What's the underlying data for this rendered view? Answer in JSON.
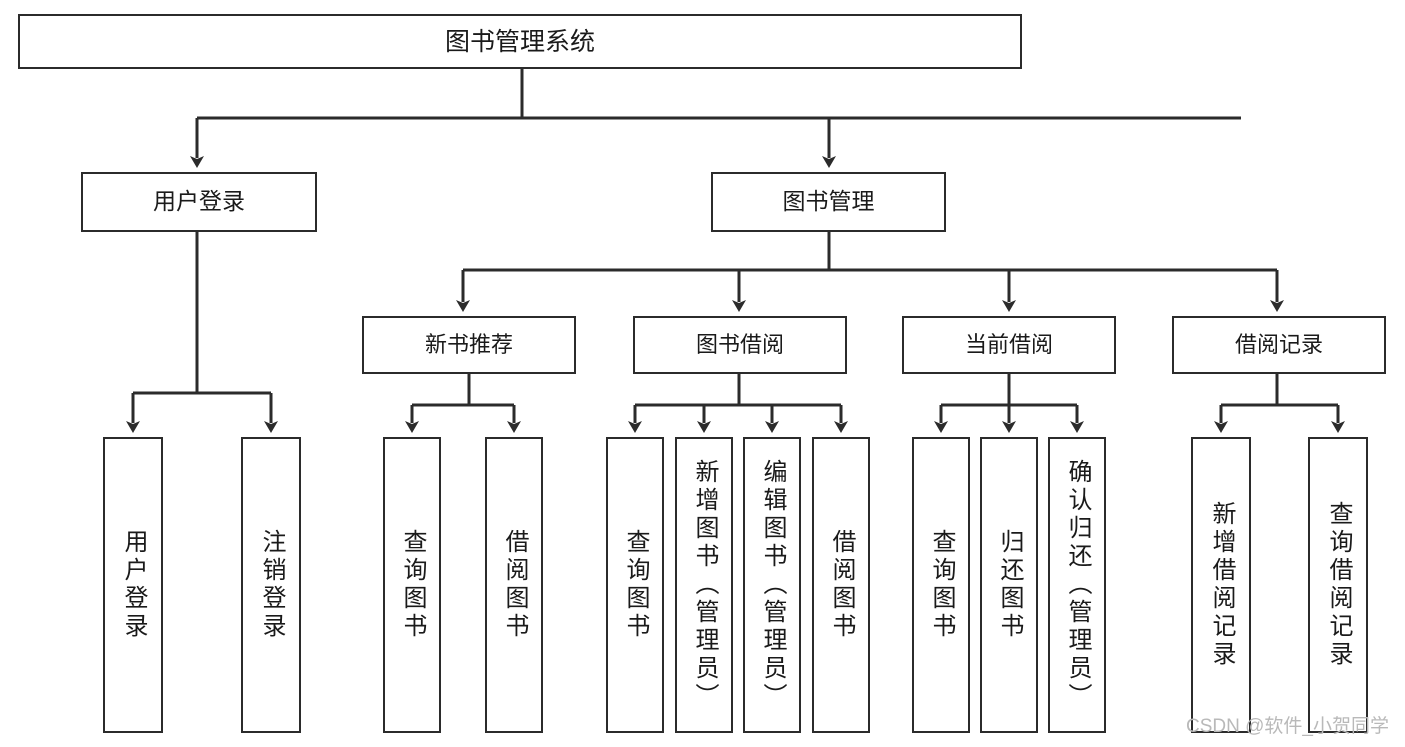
{
  "diagram": {
    "title": "图书管理系统",
    "type": "功能结构图",
    "watermark": "CSDN @软件_小贺同学",
    "line_color": "#2b2b2b",
    "box_fill": "#ffffff",
    "text_color": "#1a1a1a",
    "watermark_color": "#b9b9b9"
  },
  "root": {
    "label": "图书管理系统"
  },
  "level2": [
    {
      "label": "用户登录"
    },
    {
      "label": "图书管理"
    }
  ],
  "level3": [
    {
      "label": "新书推荐"
    },
    {
      "label": "图书借阅"
    },
    {
      "label": "当前借阅"
    },
    {
      "label": "借阅记录"
    }
  ],
  "leaves": {
    "user_login": [
      {
        "label": "用户登录"
      },
      {
        "label": "注销登录"
      }
    ],
    "new_book": [
      {
        "label": "查询图书"
      },
      {
        "label": "借阅图书"
      }
    ],
    "book_borrow": [
      {
        "label": "查询图书"
      },
      {
        "label": "新增图书（管理员）"
      },
      {
        "label": "编辑图书（管理员）"
      },
      {
        "label": "借阅图书"
      }
    ],
    "current_borrow": [
      {
        "label": "查询图书"
      },
      {
        "label": "归还图书"
      },
      {
        "label": "确认归还（管理员）"
      }
    ],
    "borrow_record": [
      {
        "label": "新增借阅记录"
      },
      {
        "label": "查询借阅记录"
      }
    ]
  }
}
